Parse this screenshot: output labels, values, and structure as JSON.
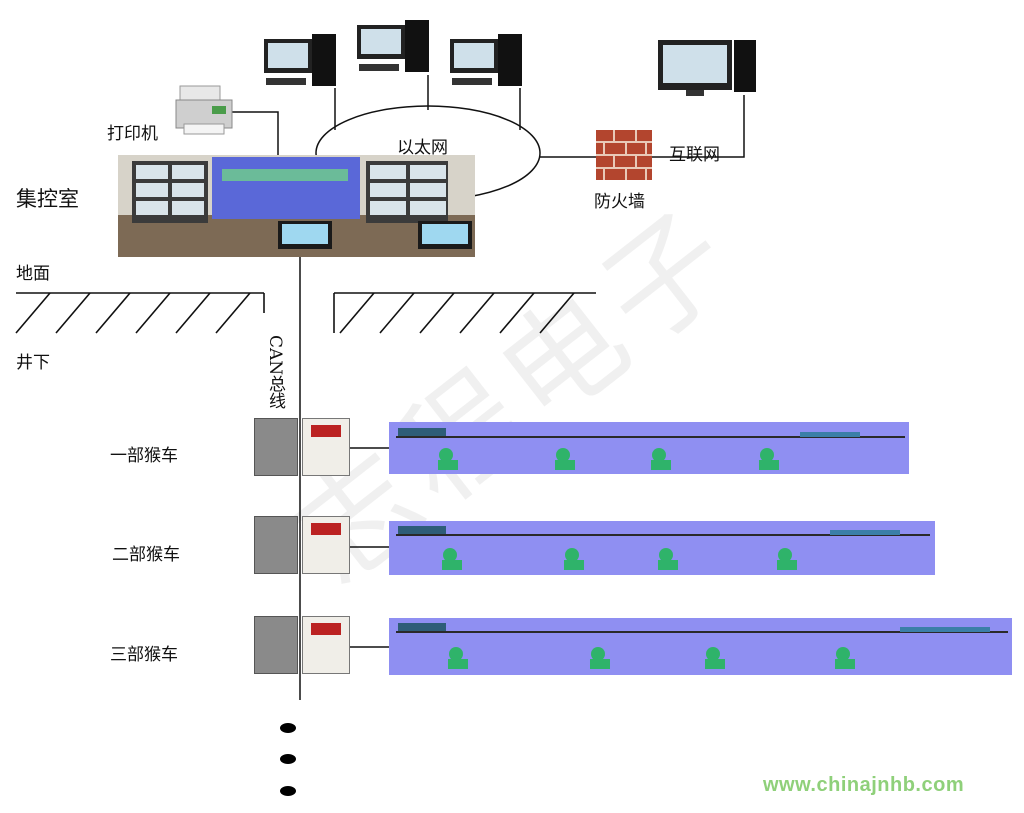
{
  "labels": {
    "printer": "打印机",
    "control_room": "集控室",
    "ethernet": "以太网",
    "internet": "互联网",
    "firewall": "防火墙",
    "ground": "地面",
    "underground": "井下",
    "can_bus": "CAN总线"
  },
  "vehicles": [
    {
      "label": "一部猴车"
    },
    {
      "label": "二部猴车"
    },
    {
      "label": "三部猴车"
    }
  ],
  "watermark": "志程电子",
  "website": "www.chinajnhb.com",
  "colors": {
    "track_panel": "#8f8ff2",
    "rail": "#2a2a2a",
    "figure": "#2fb36a",
    "firewall_brick": "#b3452e",
    "website": "#8fd07a"
  }
}
